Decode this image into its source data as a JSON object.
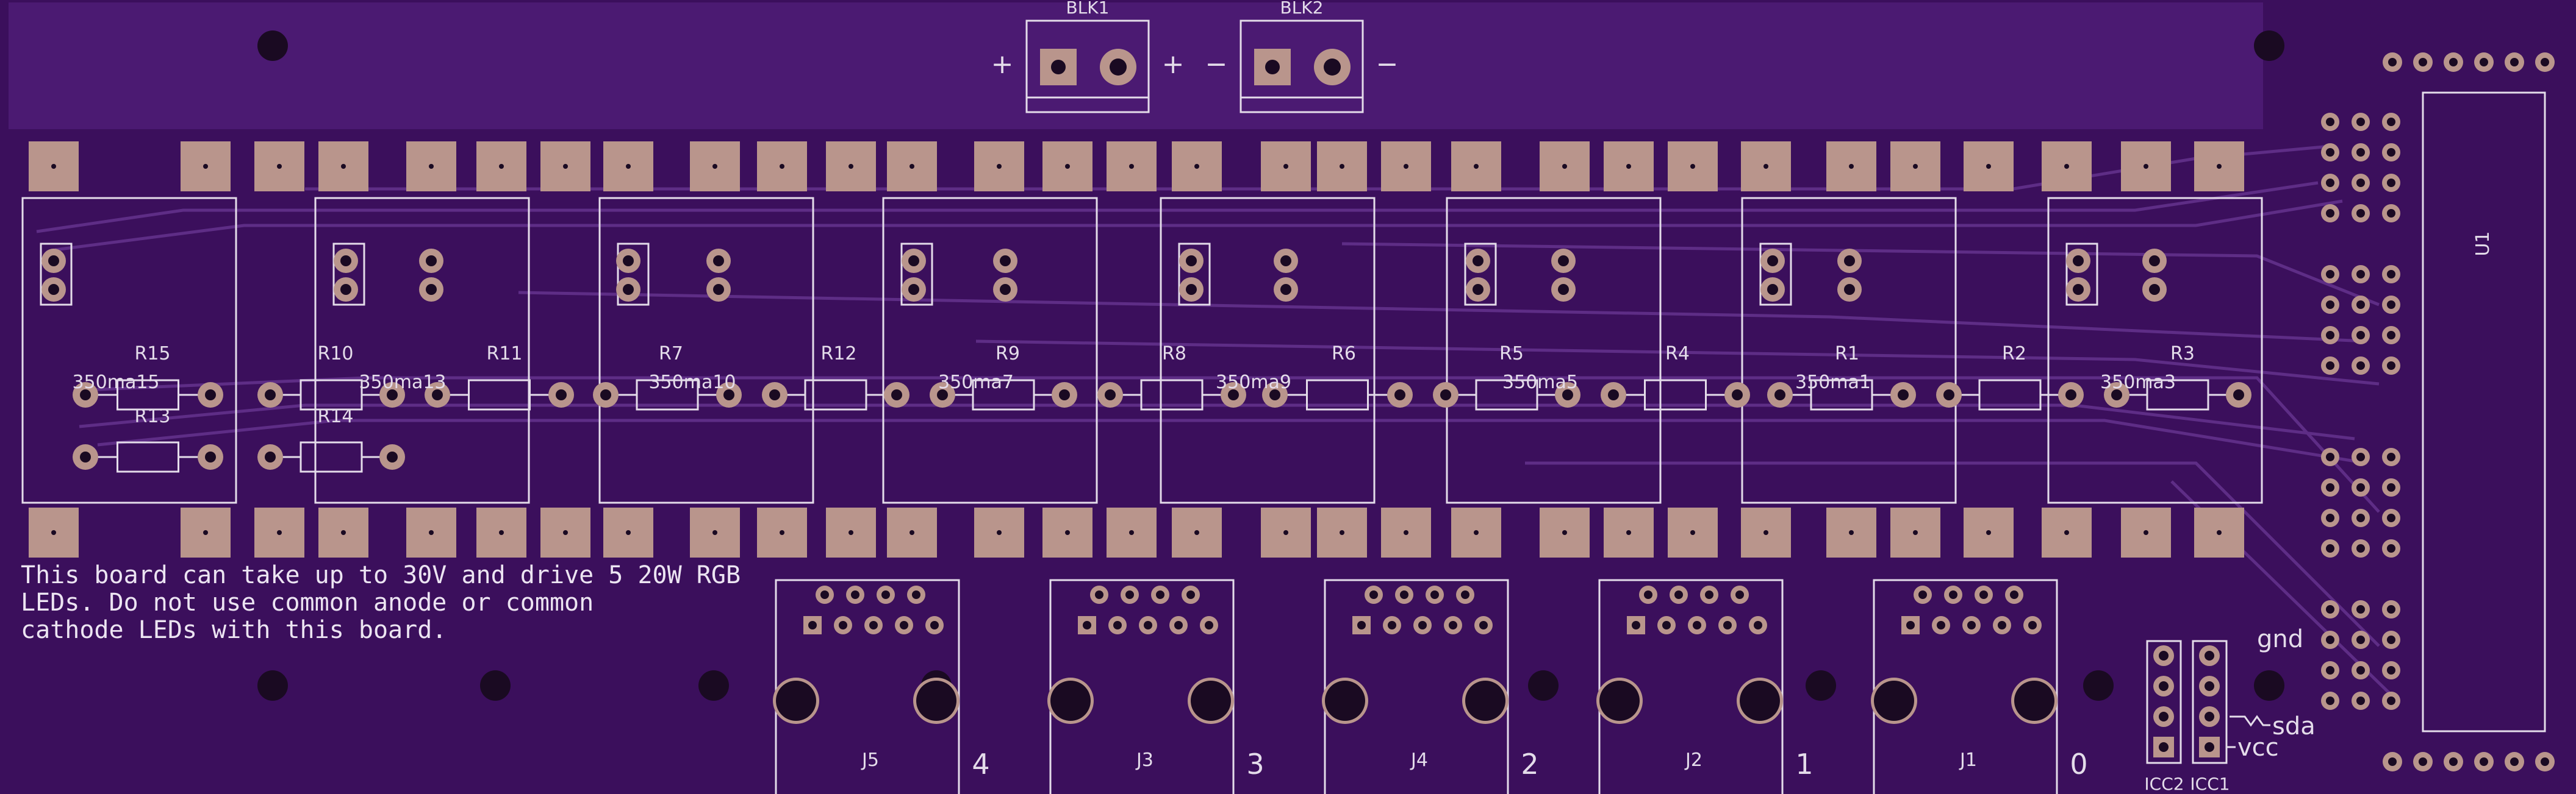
{
  "board": {
    "colors": {
      "substrate": "#3b0f5c",
      "copper_fill": "#4b1a72",
      "trace": "#5e2d86",
      "pad": "#b9958c",
      "silkscreen": "#e4dcea",
      "hole": "#1a0a22"
    },
    "note": "This board can take up to 30V and drive 5 20W RGB\nLEDs. Do not use common anode or common\ncathode LEDs with this board.",
    "power_blocks": [
      {
        "ref": "BLK1",
        "pin1": "+",
        "pin2": "+"
      },
      {
        "ref": "BLK2",
        "pin1": "−",
        "pin2": "−"
      }
    ],
    "drivers": [
      {
        "label": "350ma15"
      },
      {
        "label": "350ma13"
      },
      {
        "label": "350ma10"
      },
      {
        "label": "350ma7"
      },
      {
        "label": "350ma9"
      },
      {
        "label": "350ma5"
      },
      {
        "label": "350ma1"
      },
      {
        "label": "350ma3"
      }
    ],
    "resistors": [
      "R15",
      "R13",
      "R10",
      "R14",
      "R11",
      "R7",
      "R12",
      "R9",
      "R8",
      "R6",
      "R5",
      "R4",
      "R1",
      "R2",
      "R3"
    ],
    "jacks": [
      {
        "ref": "J5",
        "channel": "4"
      },
      {
        "ref": "J3",
        "channel": "3"
      },
      {
        "ref": "J4",
        "channel": "2"
      },
      {
        "ref": "J2",
        "channel": "1"
      },
      {
        "ref": "J1",
        "channel": "0"
      }
    ],
    "i2c": {
      "headers": [
        "ICC2",
        "ICC1"
      ],
      "gnd": "gnd",
      "sda": "sda",
      "vcc": "vcc"
    },
    "mcu": {
      "ref": "U1"
    }
  }
}
